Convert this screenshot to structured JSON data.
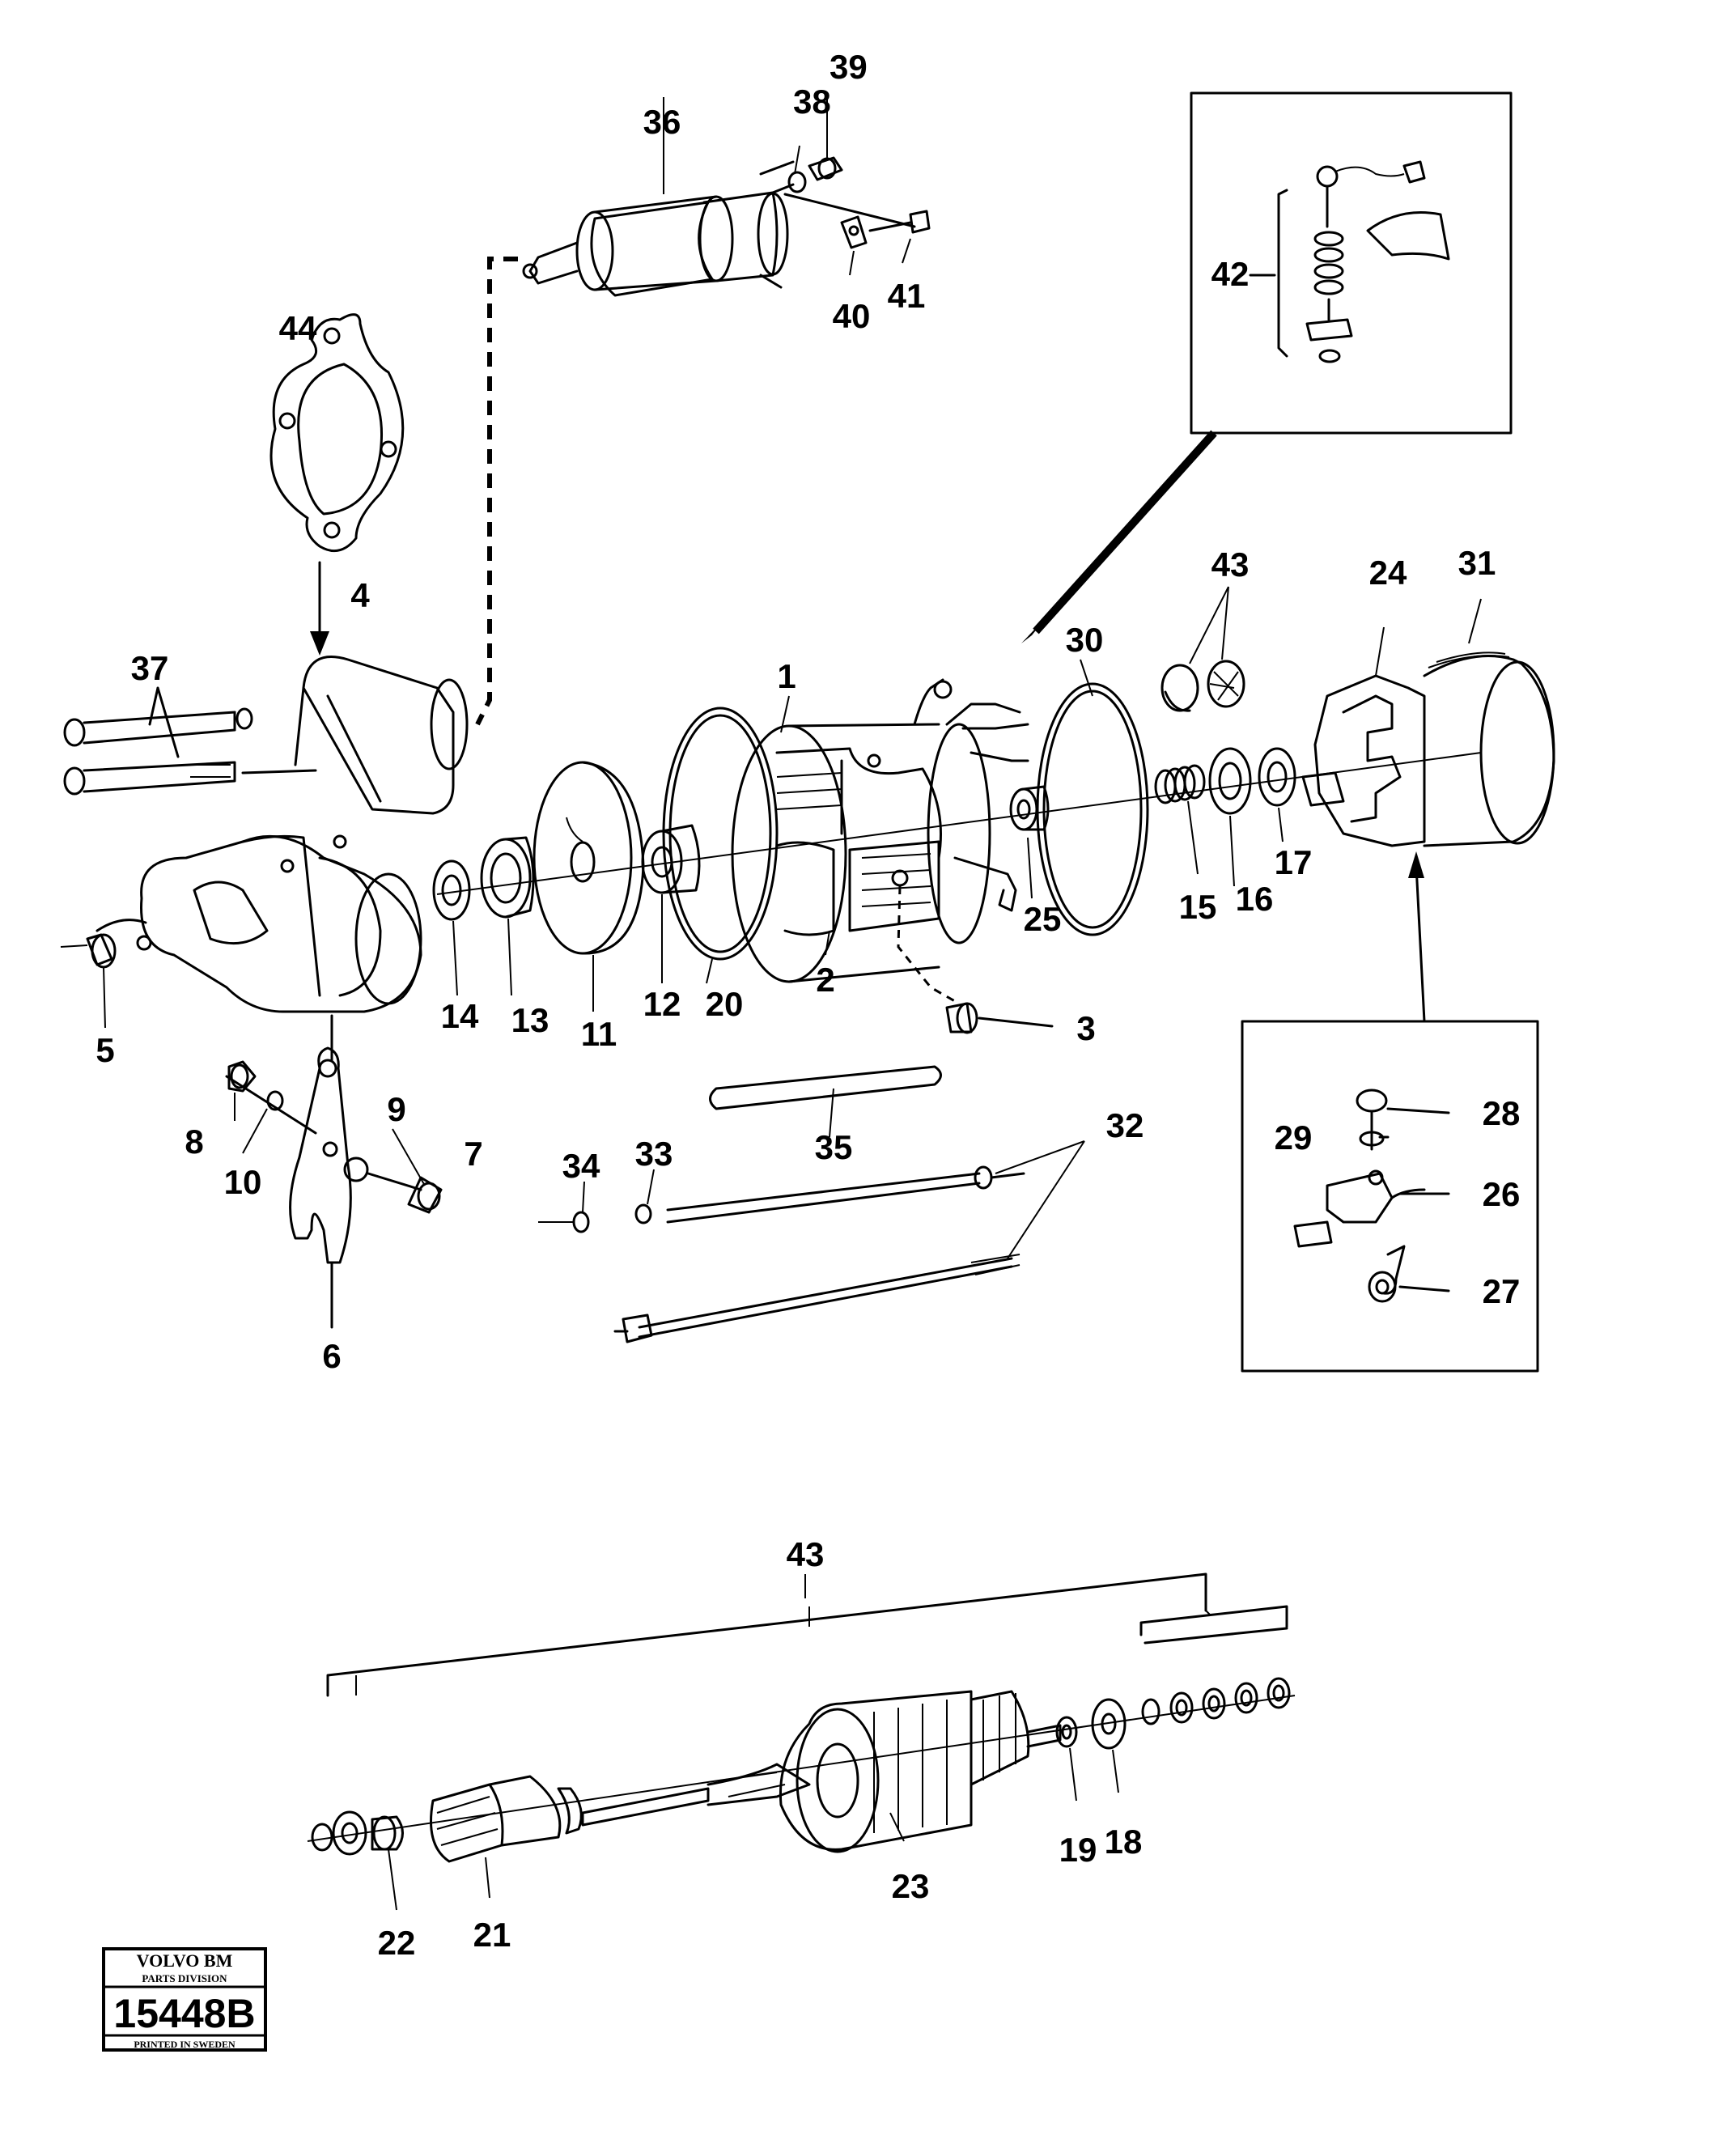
{
  "diagram": {
    "part_labels": {
      "p1": "1",
      "p2": "2",
      "p3": "3",
      "p4": "4",
      "p5": "5",
      "p6": "6",
      "p7": "7",
      "p8": "8",
      "p9": "9",
      "p10": "10",
      "p11": "11",
      "p12": "12",
      "p13": "13",
      "p14": "14",
      "p15": "15",
      "p16": "16",
      "p17": "17",
      "p18": "18",
      "p19": "19",
      "p20": "20",
      "p21": "21",
      "p22": "22",
      "p23": "23",
      "p24": "24",
      "p25": "25",
      "p26": "26",
      "p27": "27",
      "p28": "28",
      "p29": "29",
      "p30": "30",
      "p31": "31",
      "p32": "32",
      "p33": "33",
      "p34": "34",
      "p35": "35",
      "p36": "36",
      "p37": "37",
      "p38": "38",
      "p39": "39",
      "p40": "40",
      "p41": "41",
      "p42": "42",
      "p43_top": "43",
      "p43_armature": "43",
      "p44": "44"
    }
  },
  "stamp": {
    "brand": "VOLVO BM",
    "division": "PARTS DIVISION",
    "number": "15448B",
    "printed": "PRINTED IN SWEDEN"
  }
}
